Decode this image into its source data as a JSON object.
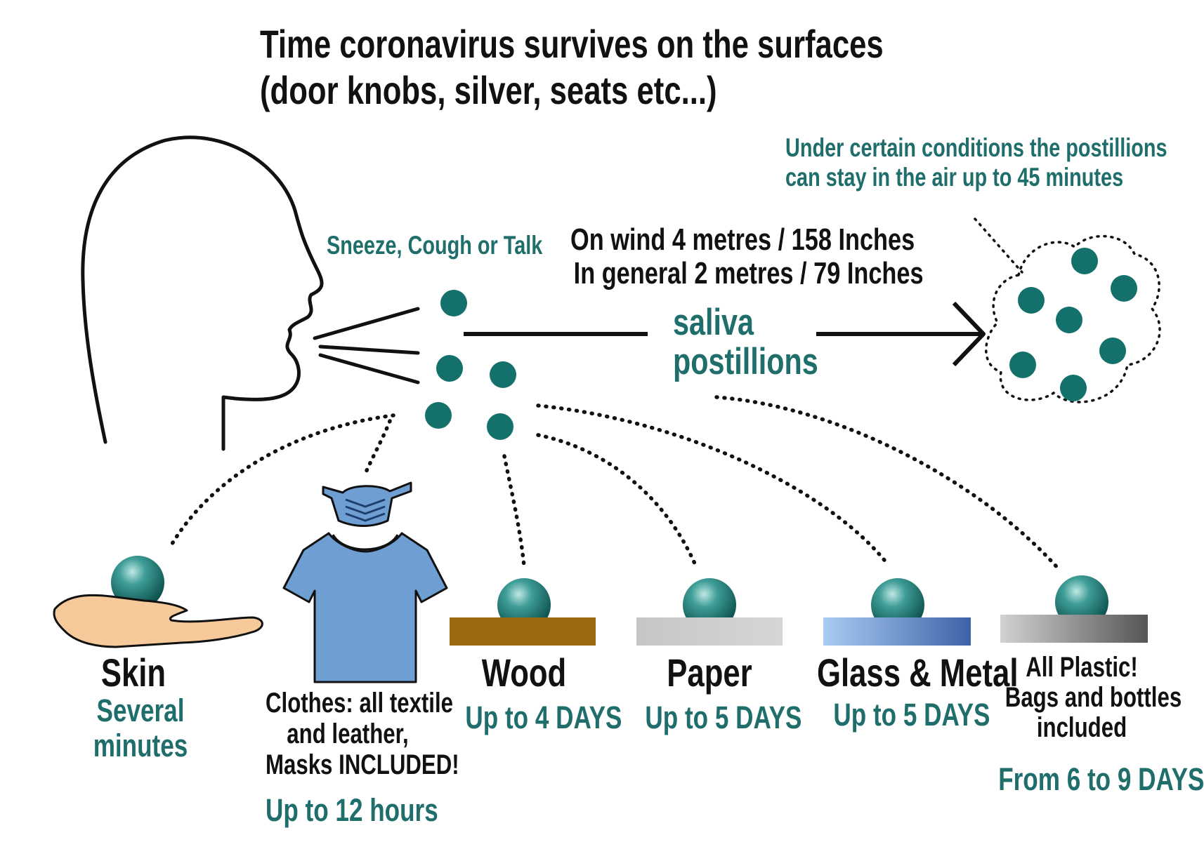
{
  "colors": {
    "text": "#111111",
    "accent": "#1f6e6b",
    "droplet": "#13706b",
    "skin": "#f6c99a",
    "shirt": "#6f9ed3",
    "wood": "#9a6a0e",
    "paper": "#c9c9c9",
    "glass_light": "#a9cdf2",
    "glass_dark": "#3d62a8",
    "plastic_light": "#cfcfcf",
    "plastic_dark": "#555555"
  },
  "icons": [
    "head-profile-icon",
    "droplet-icon",
    "cloud-icon",
    "hand-icon",
    "tshirt-icon",
    "face-mask-icon",
    "arrow-right-icon"
  ],
  "title": {
    "line1": "Time coronavirus survives on the surfaces",
    "line2": "(door knobs, silver, seats etc...)"
  },
  "air": {
    "line1": "Under certain conditions the postillions",
    "line2": "can stay in the air up to 45 minutes"
  },
  "sneeze_label": "Sneeze, Cough or Talk",
  "distance": {
    "line1": "On wind 4 metres / 158 Inches",
    "line2": "In general 2 metres / 79 Inches"
  },
  "saliva": {
    "line1": "saliva",
    "line2": "postillions"
  },
  "surfaces": [
    {
      "name": "Skin",
      "time_lines": [
        "Several",
        "minutes"
      ]
    },
    {
      "name_lines": [
        "Clothes: all textile",
        "and leather,",
        "Masks INCLUDED!"
      ],
      "time": "Up to 12 hours"
    },
    {
      "name": "Wood",
      "time": "Up to 4 DAYS"
    },
    {
      "name": "Paper",
      "time": "Up to 5 DAYS"
    },
    {
      "name": "Glass & Metal",
      "time": "Up to 5 DAYS"
    },
    {
      "name_lines": [
        "All Plastic!",
        "Bags and bottles",
        "included"
      ],
      "time": "From 6 to 9 DAYS"
    }
  ]
}
